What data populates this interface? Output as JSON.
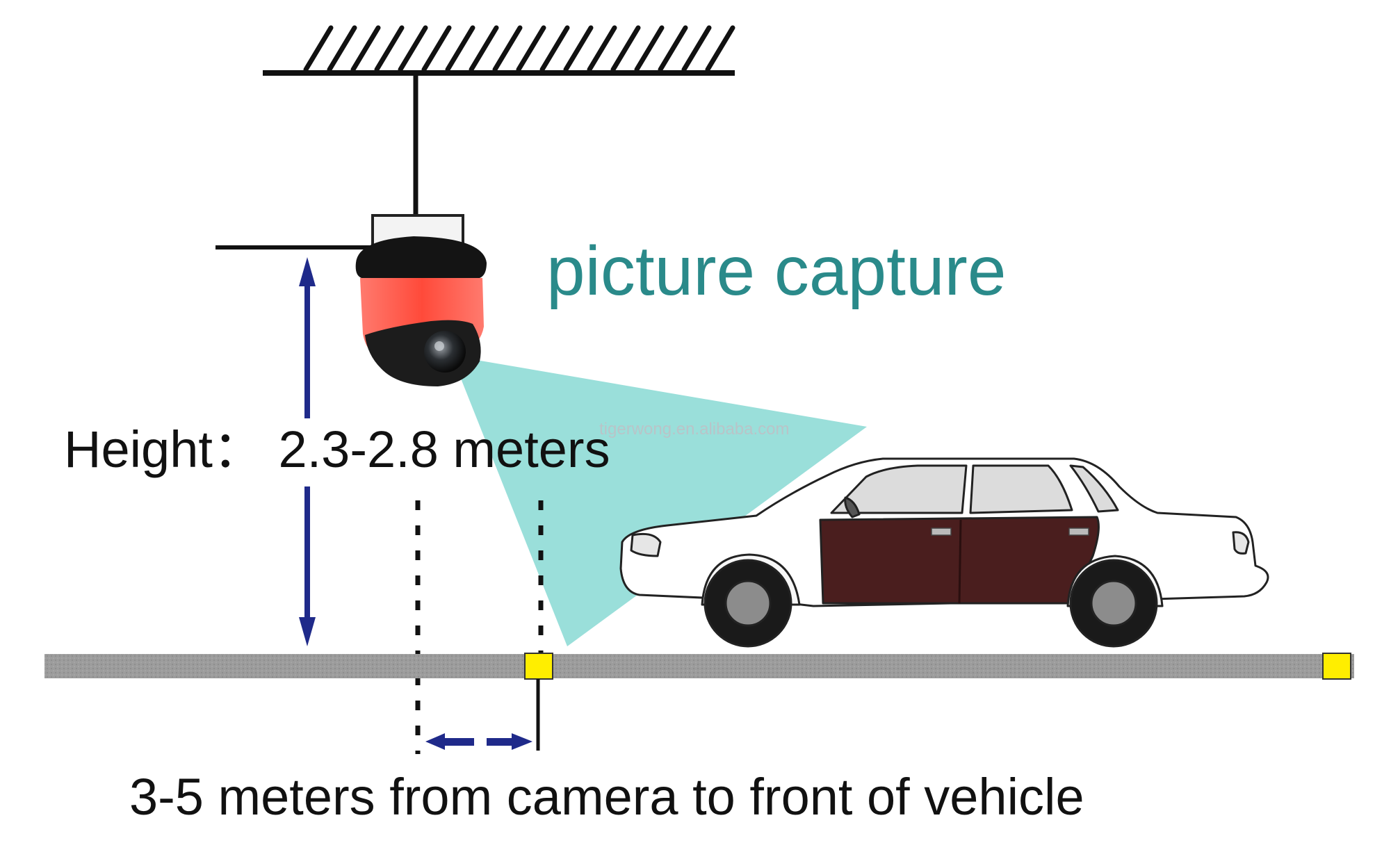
{
  "title": "picture capture",
  "height_label": "Height： 2.3-2.8 meters",
  "distance_label": "3-5 meters from camera to front of vehicle",
  "watermark": "tigerwong.en.alibaba.com",
  "icons": {
    "ceiling": "ceiling-hatch-icon",
    "camera": "dome-camera-icon",
    "vehicle": "sedan-car-icon",
    "ground_markers": "yellow-marker-icon"
  },
  "colors": {
    "title": "#2a8a8a",
    "view_cone": "#8fdcd6",
    "arrows": "#1f2a8a",
    "road": "#9a9a9a",
    "marker": "#ffee00",
    "camera_glow": "#ff5a4a",
    "car_door": "#4a1e1e",
    "text": "#111111"
  }
}
